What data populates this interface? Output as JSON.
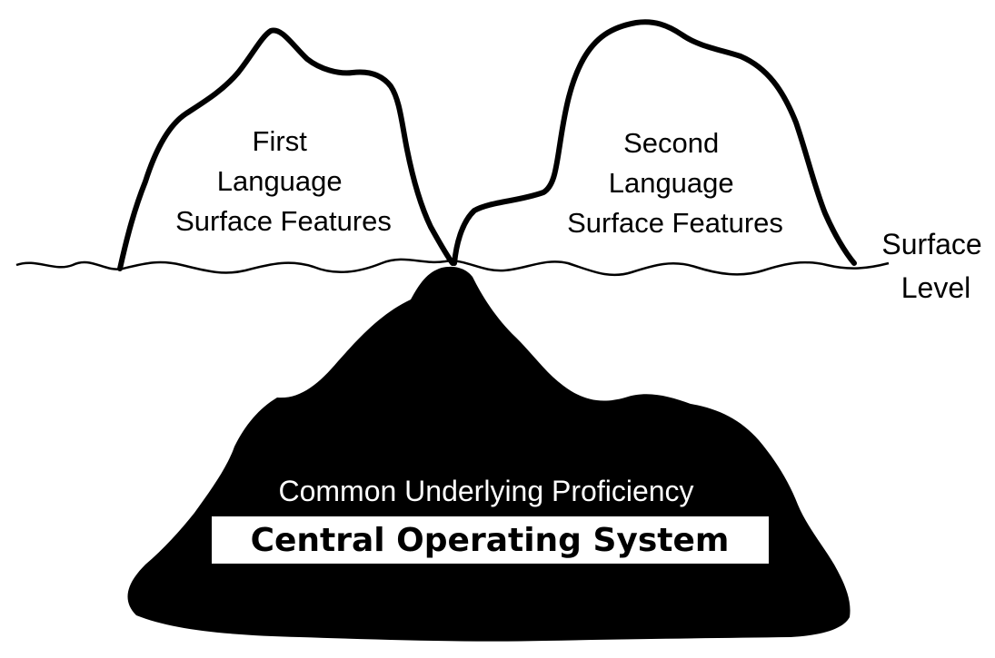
{
  "peak_left": {
    "lines": [
      "First",
      "Language",
      "Surface Features"
    ]
  },
  "peak_right": {
    "lines": [
      "Second",
      "Language",
      "Surface Features"
    ]
  },
  "surface_label": {
    "lines": [
      "Surface",
      "Level"
    ]
  },
  "underlying": {
    "title": "Common Underlying Proficiency",
    "banner": "Central Operating System"
  },
  "colors": {
    "ink": "#000000",
    "paper": "#ffffff"
  }
}
